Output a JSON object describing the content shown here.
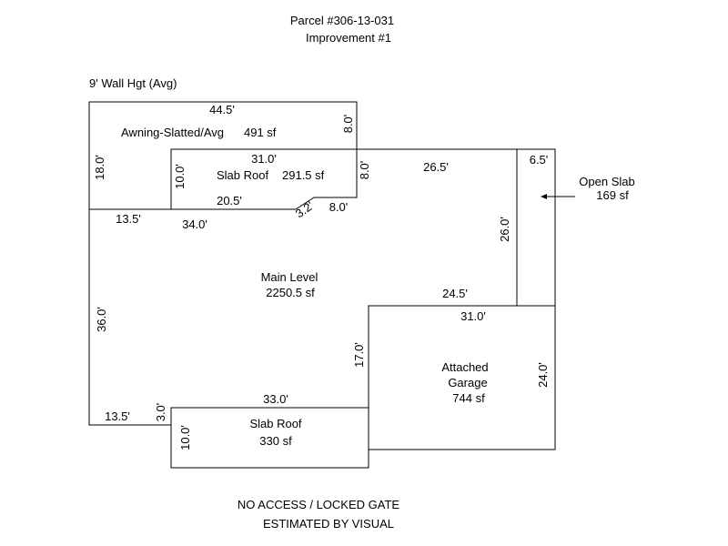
{
  "header": {
    "parcel": "Parcel #306-13-031",
    "improvement": "Improvement #1"
  },
  "wall_height": "9' Wall Hgt (Avg)",
  "areas": {
    "awning": {
      "name": "Awning-Slatted/Avg",
      "size": "491 sf"
    },
    "slab_roof_upper": {
      "name": "Slab Roof",
      "size": "291.5 sf"
    },
    "main_level": {
      "name": "Main Level",
      "size": "2250.5 sf"
    },
    "open_slab": {
      "name": "Open Slab",
      "size": "169 sf"
    },
    "garage": {
      "name_line1": "Attached",
      "name_line2": "Garage",
      "size": "744 sf"
    },
    "slab_roof_lower": {
      "name": "Slab Roof",
      "size": "330 sf"
    }
  },
  "dimensions": {
    "d_44_5": "44.5'",
    "d_8_0_top": "8.0'",
    "d_18_0": "18.0'",
    "d_31_0_slab": "31.0'",
    "d_10_0_upper": "10.0'",
    "d_8_0_slab": "8.0'",
    "d_26_5": "26.5'",
    "d_6_5": "6.5'",
    "d_20_5": "20.5'",
    "d_3_2": "3.2'",
    "d_8_0_bottom": "8.0'",
    "d_13_5_upper": "13.5'",
    "d_34_0": "34.0'",
    "d_26_0": "26.0'",
    "d_36_0": "36.0'",
    "d_24_5": "24.5'",
    "d_31_0_garage": "31.0'",
    "d_17_0": "17.0'",
    "d_24_0": "24.0'",
    "d_33_0": "33.0'",
    "d_13_5_lower": "13.5'",
    "d_3_0": "3.0'",
    "d_10_0_lower": "10.0'"
  },
  "notes": {
    "line1": "NO ACCESS / LOCKED GATE",
    "line2": "ESTIMATED BY VISUAL"
  }
}
